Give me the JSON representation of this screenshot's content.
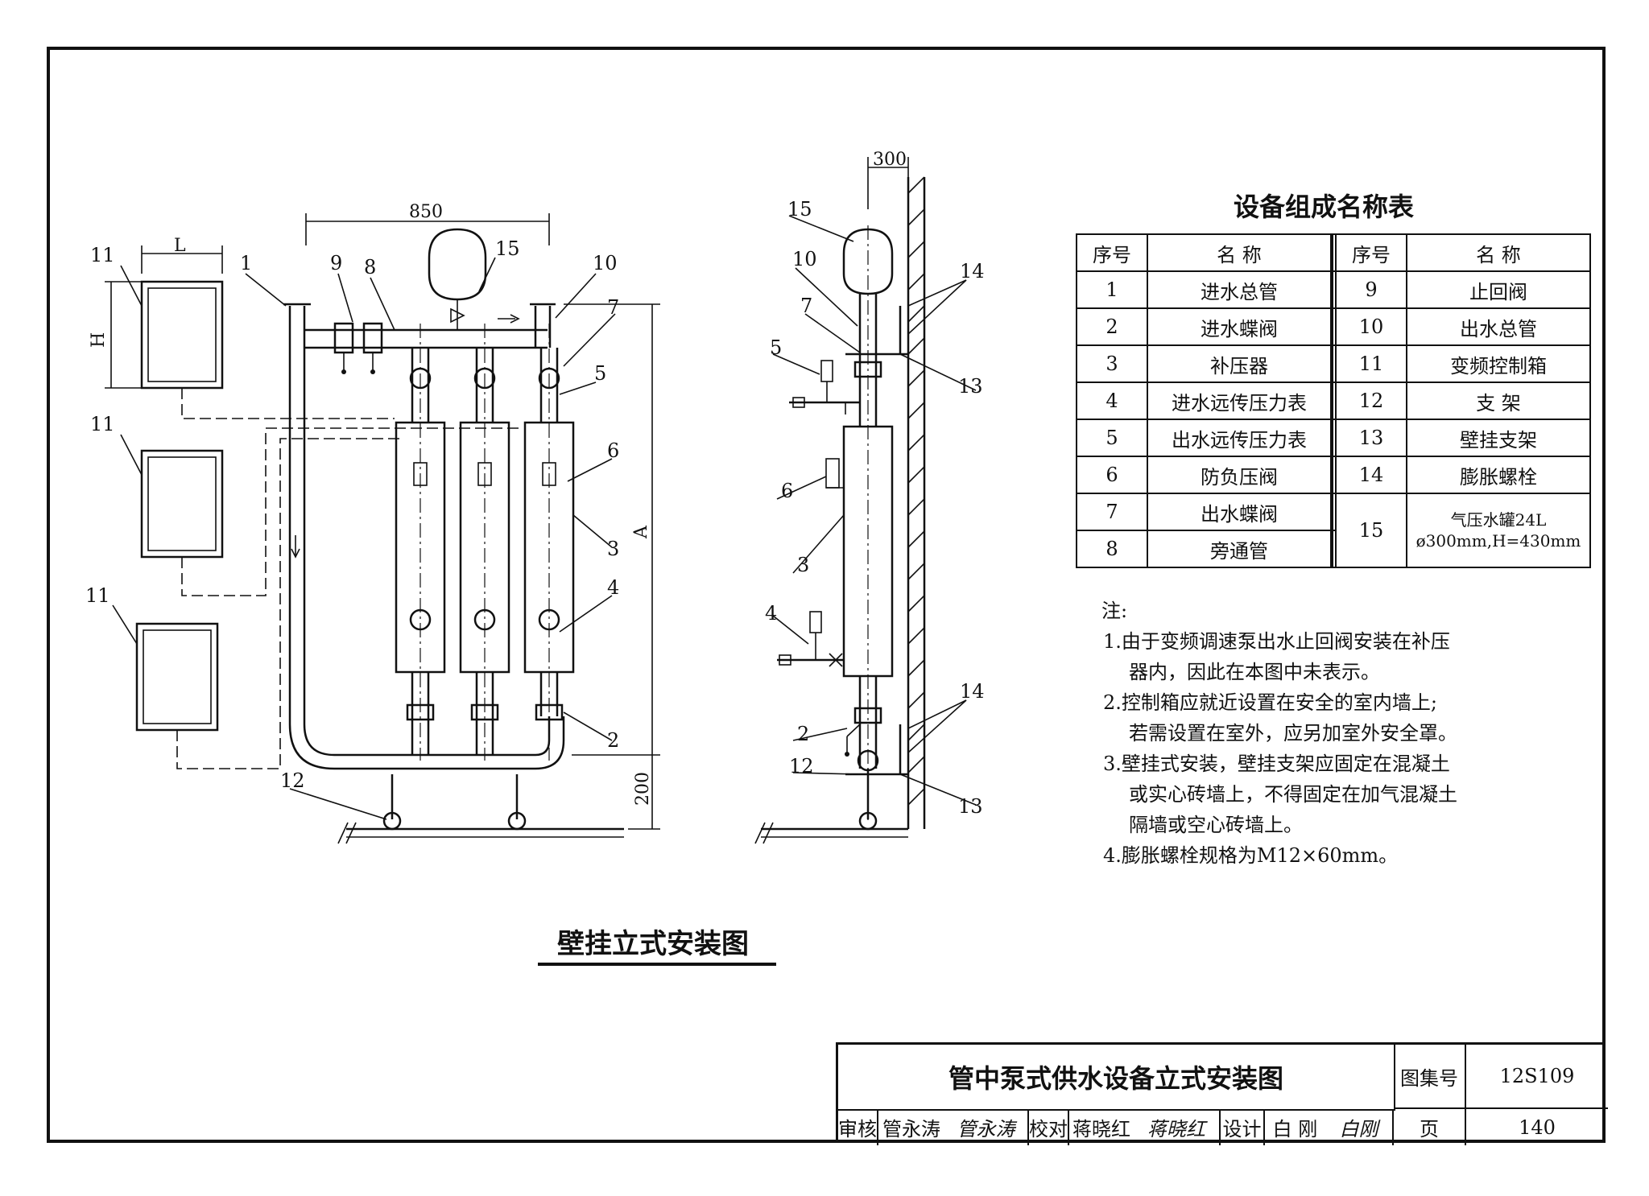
{
  "drawing": {
    "subtitle": "壁挂立式安装图",
    "main_title": "管中泵式供水设备立式安装图"
  },
  "front_view": {
    "dim_width": "850",
    "dim_cabinet_width": "L",
    "dim_cabinet_height": "H",
    "dim_height": "A",
    "dim_base": "200",
    "callouts": [
      "11",
      "1",
      "9",
      "8",
      "15",
      "10",
      "7",
      "5",
      "6",
      "3",
      "4",
      "2",
      "12",
      "11",
      "11"
    ]
  },
  "side_view": {
    "dim_offset": "300",
    "callouts": [
      "15",
      "10",
      "7",
      "5",
      "6",
      "3",
      "4",
      "2",
      "12",
      "14",
      "13",
      "14",
      "13"
    ]
  },
  "parts_table": {
    "title": "设备组成名称表",
    "header_no": "序号",
    "header_name": "名 称",
    "left": [
      {
        "no": "1",
        "name": "进水总管"
      },
      {
        "no": "2",
        "name": "进水蝶阀"
      },
      {
        "no": "3",
        "name": "补压器"
      },
      {
        "no": "4",
        "name": "进水远传压力表"
      },
      {
        "no": "5",
        "name": "出水远传压力表"
      },
      {
        "no": "6",
        "name": "防负压阀"
      },
      {
        "no": "7",
        "name": "出水蝶阀"
      },
      {
        "no": "8",
        "name": "旁通管"
      }
    ],
    "right": [
      {
        "no": "9",
        "name": "止回阀"
      },
      {
        "no": "10",
        "name": "出水总管"
      },
      {
        "no": "11",
        "name": "变频控制箱"
      },
      {
        "no": "12",
        "name": "支 架"
      },
      {
        "no": "13",
        "name": "壁挂支架"
      },
      {
        "no": "14",
        "name": "膨胀螺栓"
      },
      {
        "no": "15",
        "name": "气压水罐24L",
        "name2": "ø300mm,H=430mm"
      }
    ]
  },
  "notes": {
    "heading": "注:",
    "items": [
      [
        "1.由于变频调速泵出水止回阀安装在补压",
        "器内，因此在本图中未表示。"
      ],
      [
        "2.控制箱应就近设置在安全的室内墙上;",
        "若需设置在室外，应另加室外安全罩。"
      ],
      [
        "3.壁挂式安装，壁挂支架应固定在混凝土",
        "或实心砖墙上，不得固定在加气混凝土",
        "隔墙或空心砖墙上。"
      ],
      [
        "4.膨胀螺栓规格为M12×60mm。"
      ]
    ]
  },
  "title_block": {
    "atlas_label": "图集号",
    "atlas_no": "12S109",
    "page_label": "页",
    "page_no": "140",
    "review_label": "审核",
    "reviewer": "管永涛",
    "reviewer_sig": "管永涛",
    "check_label": "校对",
    "checker": "蒋晓红",
    "checker_sig": "蒋晓红",
    "design_label": "设计",
    "designer": "白 刚",
    "designer_sig": "白刚"
  }
}
